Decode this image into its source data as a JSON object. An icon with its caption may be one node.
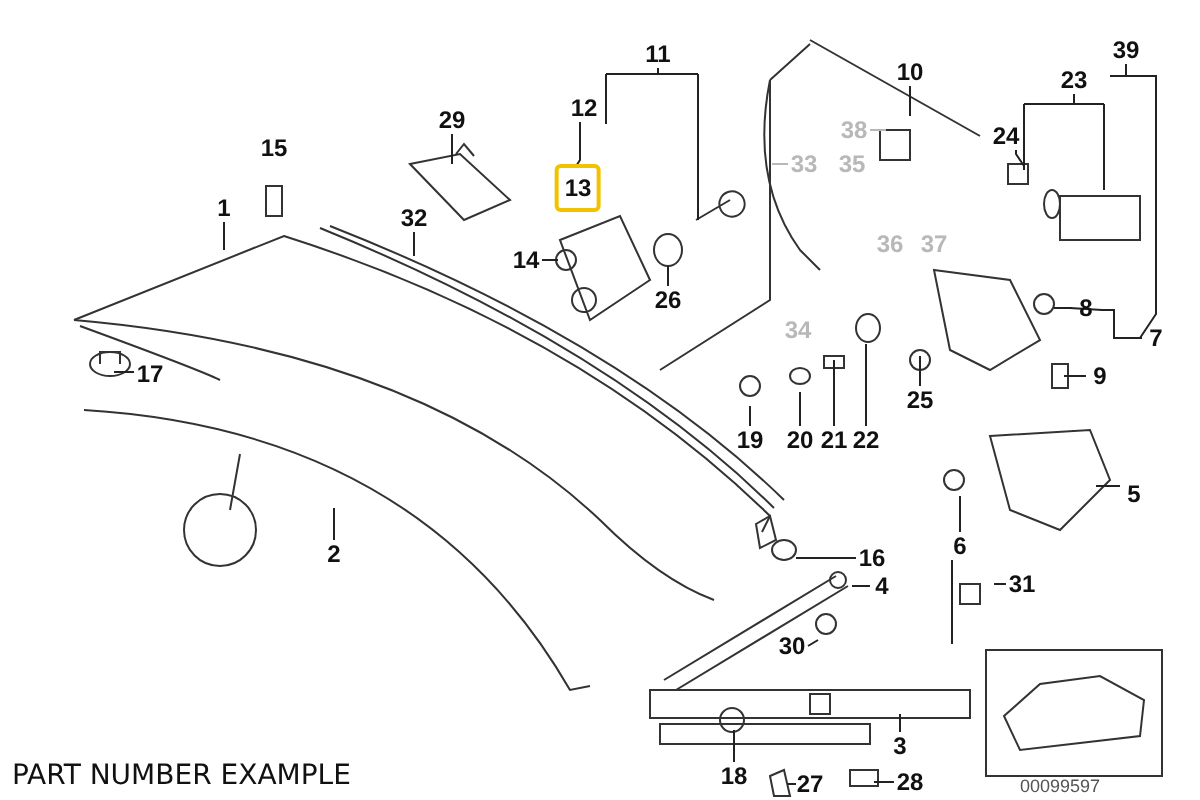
{
  "diagram": {
    "nodes": [
      {
        "text": [
          "11"
        ]
      },
      {
        "text": [
          "10"
        ]
      },
      {
        "text": [
          "39"
        ]
      },
      {
        "text": [
          "23"
        ]
      },
      {
        "text": [
          "12"
        ]
      },
      {
        "text": [
          "29"
        ]
      },
      {
        "text": [
          "24"
        ]
      },
      {
        "text": [
          "38"
        ]
      },
      {
        "text": [
          "33"
        ]
      },
      {
        "text": [
          "1"
        ]
      },
      {
        "text": [
          "32"
        ]
      },
      {
        "text": [
          "14"
        ]
      },
      {
        "text": [
          "26"
        ]
      },
      {
        "text": [
          "8"
        ]
      },
      {
        "text": [
          "7"
        ]
      },
      {
        "text": [
          "17"
        ]
      },
      {
        "text": [
          "9"
        ]
      },
      {
        "text": [
          "25"
        ]
      },
      {
        "text": [
          "19"
        ]
      },
      {
        "text": [
          "20"
        ]
      },
      {
        "text": [
          "21"
        ]
      },
      {
        "text": [
          "22"
        ]
      },
      {
        "text": [
          "5"
        ]
      },
      {
        "text": [
          "6"
        ]
      },
      {
        "text": [
          "2"
        ]
      },
      {
        "text": [
          "16"
        ]
      },
      {
        "text": [
          "4"
        ]
      },
      {
        "text": [
          "31"
        ]
      },
      {
        "text": [
          "30"
        ]
      },
      {
        "text": [
          "3"
        ]
      },
      {
        "text": [
          "18"
        ]
      },
      {
        "text": [
          "27"
        ]
      },
      {
        "text": [
          "28"
        ]
      },
      {
        "text": [
          "13"
        ]
      }
    ],
    "edges": [
      {
        "from": 0,
        "to": null,
        "arrow": "none"
      },
      {
        "from": 1,
        "to": null,
        "arrow": "none"
      },
      {
        "from": 2,
        "to": 14,
        "arrow": "none"
      },
      {
        "from": 3,
        "to": null,
        "arrow": "none"
      },
      {
        "from": 4,
        "to": 33,
        "arrow": "none"
      },
      {
        "from": 5,
        "to": null,
        "arrow": "none"
      },
      {
        "from": 6,
        "to": null,
        "arrow": "none"
      },
      {
        "from": 7,
        "to": null,
        "arrow": "none",
        "color": "#b8b8b8"
      },
      {
        "from": 8,
        "to": null,
        "arrow": "none",
        "color": "#b8b8b8"
      },
      {
        "from": 9,
        "to": null,
        "arrow": "none"
      },
      {
        "from": 10,
        "to": null,
        "arrow": "none"
      },
      {
        "from": 11,
        "to": null,
        "arrow": "none"
      },
      {
        "from": 12,
        "to": null,
        "arrow": "none"
      },
      {
        "from": 13,
        "to": null,
        "arrow": "none"
      },
      {
        "from": 14,
        "to": 13,
        "arrow": "none"
      },
      {
        "from": 15,
        "to": null,
        "arrow": "none"
      },
      {
        "from": 16,
        "to": null,
        "arrow": "none"
      },
      {
        "from": 17,
        "to": null,
        "arrow": "none"
      },
      {
        "from": 18,
        "to": null,
        "arrow": "none"
      },
      {
        "from": 19,
        "to": null,
        "arrow": "none"
      },
      {
        "from": 20,
        "to": null,
        "arrow": "none"
      },
      {
        "from": 21,
        "to": null,
        "arrow": "none"
      },
      {
        "from": 22,
        "to": null,
        "arrow": "none"
      },
      {
        "from": 23,
        "to": null,
        "arrow": "none"
      },
      {
        "from": 24,
        "to": null,
        "arrow": "none"
      },
      {
        "from": 25,
        "to": null,
        "arrow": "none"
      },
      {
        "from": 26,
        "to": null,
        "arrow": "none"
      },
      {
        "from": 27,
        "to": null,
        "arrow": "none"
      },
      {
        "from": 28,
        "to": null,
        "arrow": "none"
      },
      {
        "from": 29,
        "to": null,
        "arrow": "none"
      },
      {
        "from": 30,
        "to": null,
        "arrow": "none"
      },
      {
        "from": 31,
        "to": null,
        "arrow": "none"
      },
      {
        "from": 32,
        "to": null,
        "arrow": "none"
      }
    ],
    "labels": [
      "15",
      "35",
      "36",
      "37",
      "34",
      "PART NUMBER EXAMPLE",
      "00099597"
    ]
  }
}
